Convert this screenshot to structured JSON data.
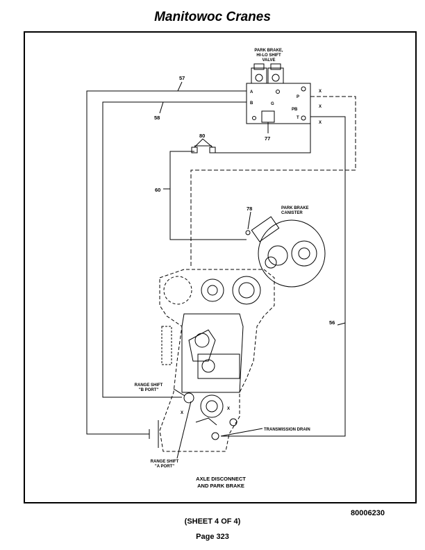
{
  "header": {
    "title": "Manitowoc Cranes"
  },
  "diagram": {
    "valve_label_line1": "PARK BRAKE,",
    "valve_label_line2": "HI-LO SHIFT",
    "valve_label_line3": "VALVE",
    "port_a": "A",
    "port_b": "B",
    "port_p": "P",
    "port_pb": "PB",
    "port_t": "T",
    "port_g": "G",
    "x_mark": "X",
    "callout_57": "57",
    "callout_58": "58",
    "callout_77": "77",
    "callout_80": "80",
    "callout_60": "60",
    "callout_78": "78",
    "callout_56": "56",
    "canister_line1": "PARK BRAKE",
    "canister_line2": "CANISTER",
    "range_b_line1": "RANGE SHIFT",
    "range_b_line2": "\"B PORT\"",
    "range_a_line1": "RANGE SHIFT",
    "range_a_line2": "\"A PORT\"",
    "trans_drain": "TRANSMISSION DRAIN",
    "caption_line1": "AXLE DISCONNECT",
    "caption_line2": "AND PARK BRAKE"
  },
  "footer": {
    "doc_number": "80006230",
    "sheet": "(SHEET 4 OF 4)",
    "page": "Page 323"
  }
}
